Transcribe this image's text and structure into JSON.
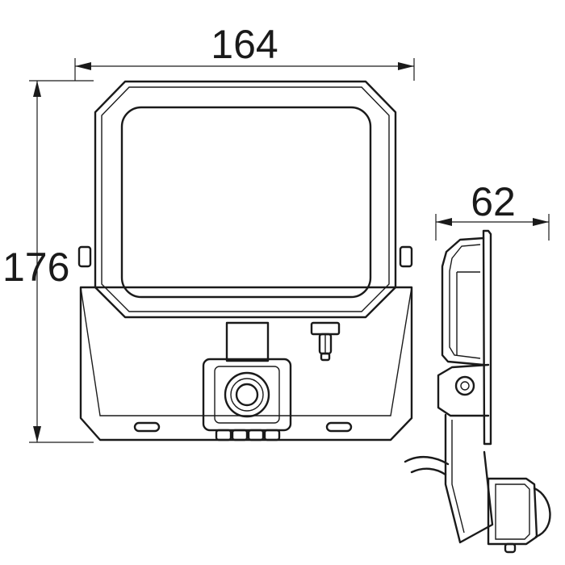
{
  "dimensions": {
    "width_label": "164",
    "height_label": "176",
    "depth_label": "62"
  },
  "colors": {
    "stroke": "#1a1a1a",
    "background": "#ffffff"
  }
}
